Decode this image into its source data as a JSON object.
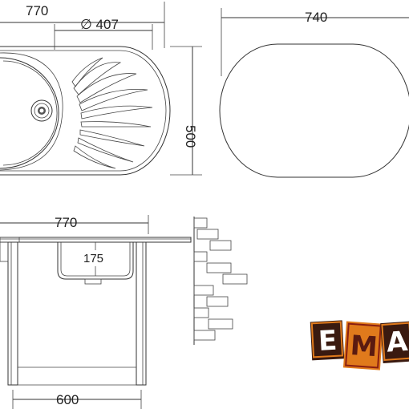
{
  "top_view": {
    "width_label": "770",
    "bowl_diameter_label": "∅ 407",
    "depth_label": "500"
  },
  "cutout_view": {
    "width_label": "740"
  },
  "section_view": {
    "width_label": "770",
    "bowl_depth_label": "175",
    "cabinet_label": "600"
  },
  "logo": {
    "letters": [
      "E",
      "M",
      "A"
    ],
    "colors": {
      "tile": "#e07a1c",
      "tile_dark": "#3a1a10",
      "accent": "#8a1f12"
    }
  }
}
